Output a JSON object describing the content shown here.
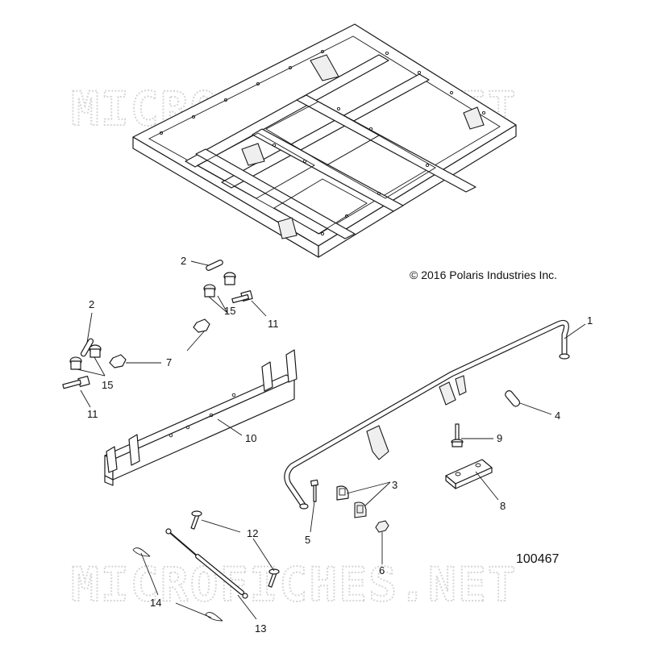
{
  "copyright": "© 2016 Polaris Industries Inc.",
  "figure_number": "100467",
  "watermark": "MICROFICHES.NET",
  "callouts": [
    {
      "id": "1",
      "label": "1"
    },
    {
      "id": "2a",
      "label": "2"
    },
    {
      "id": "2b",
      "label": "2"
    },
    {
      "id": "3",
      "label": "3"
    },
    {
      "id": "4",
      "label": "4"
    },
    {
      "id": "5",
      "label": "5"
    },
    {
      "id": "6",
      "label": "6"
    },
    {
      "id": "7",
      "label": "7"
    },
    {
      "id": "8",
      "label": "8"
    },
    {
      "id": "9",
      "label": "9"
    },
    {
      "id": "10",
      "label": "10"
    },
    {
      "id": "11a",
      "label": "11"
    },
    {
      "id": "11b",
      "label": "11"
    },
    {
      "id": "12",
      "label": "12"
    },
    {
      "id": "13",
      "label": "13"
    },
    {
      "id": "14",
      "label": "14"
    },
    {
      "id": "15a",
      "label": "15"
    },
    {
      "id": "15b",
      "label": "15"
    }
  ]
}
